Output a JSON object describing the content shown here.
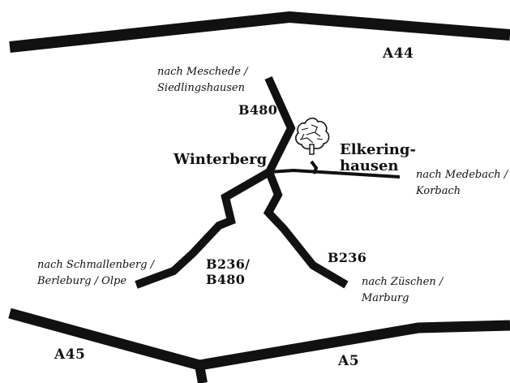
{
  "motorways": {
    "a44": "A44",
    "a45": "A45",
    "a5": "A5"
  },
  "roads": {
    "b480_north": "B480",
    "b236_southeast": "B236",
    "b236_b480_southwest_line1": "B236/",
    "b236_b480_southwest_line2": "B480"
  },
  "places": {
    "winterberg": "Winterberg",
    "elkeringhausen_line1": "Elkering-",
    "elkeringhausen_line2": "hausen"
  },
  "destinations": {
    "meschede": {
      "line1": "nach Meschede /",
      "line2": "Siedlingshausen"
    },
    "medebach": {
      "line1": "nach Medebach /",
      "line2": "Korbach"
    },
    "schmallenberg": {
      "line1": "nach Schmallenberg /",
      "line2": "Berleburg / Olpe"
    },
    "zuschen": {
      "line1": "nach Züschen /",
      "line2": "Marburg"
    }
  },
  "icons": {
    "destination_marker": "tree-icon"
  },
  "colors": {
    "ink": "#111111",
    "background": "#ffffff"
  }
}
